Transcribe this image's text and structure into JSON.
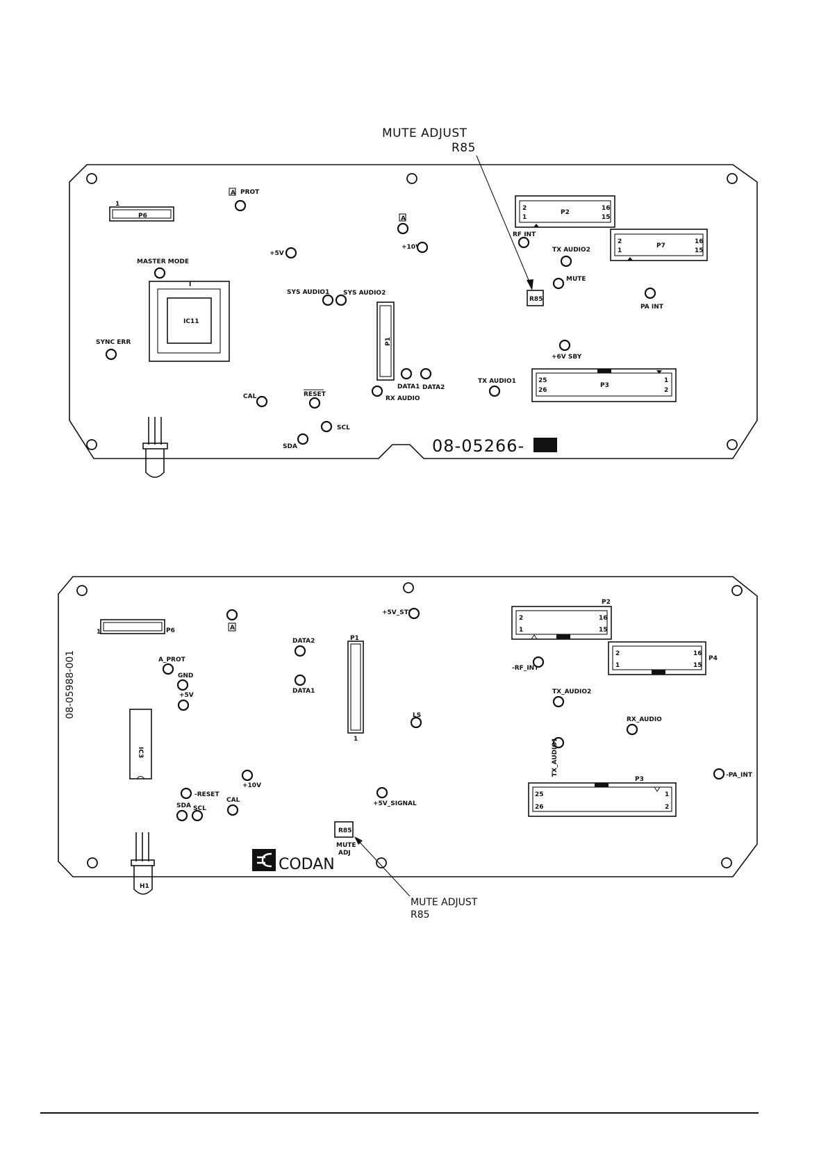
{
  "board_top": {
    "part_number": "08-05266-",
    "callout": {
      "line1": "MUTE ADJUST",
      "line2": "R85"
    },
    "labels": {
      "a_box": "A",
      "prot": "PROT",
      "p6": "P6",
      "p6_pin": "1",
      "plus5v": "+5V",
      "master_mode": "MASTER MODE",
      "ic11": "IC11",
      "ic_marker": "I",
      "sync_err": "SYNC ERR",
      "sys_audio1": "SYS AUDIO1",
      "sys_audio2": "SYS AUDIO2",
      "a2_box": "A",
      "plus10v": "+10V",
      "p1": "P1",
      "data1": "DATA1",
      "data2": "DATA2",
      "rx_audio": "RX AUDIO",
      "cal": "CAL",
      "reset": "RESET",
      "scl": "SCL",
      "sda": "SDA",
      "rf_int": "RF INT",
      "tx_audio2": "TX AUDIO2",
      "mute": "MUTE",
      "r85": "R85",
      "pa_int": "PA INT",
      "plus6v_sby": "+6V SBY",
      "tx_audio1": "TX AUDIO1",
      "p2": {
        "name": "P2",
        "pins": [
          "2",
          "1",
          "16",
          "15"
        ]
      },
      "p7": {
        "name": "P7",
        "pins": [
          "2",
          "1",
          "16",
          "15"
        ]
      },
      "p3": {
        "name": "P3",
        "pins": [
          "25",
          "26",
          "1",
          "2"
        ]
      }
    }
  },
  "board_bottom": {
    "side_text": "08-05988-001",
    "logo_text": "CODAN",
    "callout": {
      "line1": "MUTE ADJUST",
      "line2": "R85"
    },
    "labels": {
      "p6": "P6",
      "p6_pin": "1",
      "a_box": "A",
      "data2": "DATA2",
      "data1": "DATA1",
      "p1": "P1",
      "p1_pin": "1",
      "plus5v_stby": "+5V_STBY",
      "a_prot": "A_PROT",
      "gnd": "GND",
      "plus5v": "+5V",
      "ic3": "IC3",
      "ls": "LS",
      "plus10v": "+10V",
      "reset": "-RESET",
      "sda": "SDA",
      "scl": "SCL",
      "cal": "CAL",
      "plus5v_signal": "+5V_SIGNAL",
      "r85": "R85",
      "mute_adj1": "MUTE",
      "mute_adj2": "ADJ",
      "h1": "H1",
      "p2": {
        "name": "P2",
        "pins": [
          "2",
          "1",
          "16",
          "15"
        ]
      },
      "p4": {
        "name": "P4",
        "pins": [
          "2",
          "1",
          "16",
          "15"
        ]
      },
      "rf_int": "-RF_INT",
      "tx_audio2": "TX_AUDIO2",
      "rx_audio": "RX_AUDIO",
      "tx_audio1": "TX_AUDIO1",
      "pa_int": "-PA_INT",
      "p3": {
        "name": "P3",
        "pins": [
          "25",
          "26",
          "1",
          "2"
        ]
      }
    }
  }
}
